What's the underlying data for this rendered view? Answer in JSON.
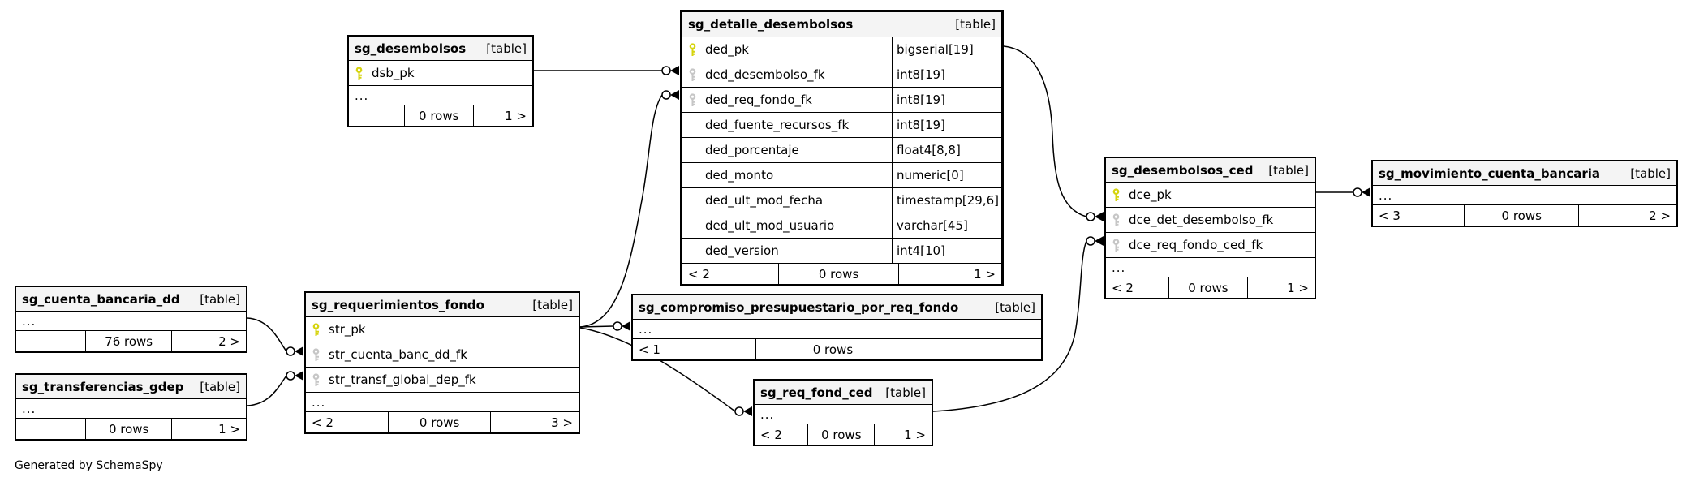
{
  "diagram": {
    "generator_note": "Generated by SchemaSpy"
  },
  "colors": {
    "header_bg": "#f4f4f4",
    "border": "#000000",
    "connector": "#000000",
    "pk_key": "#d6d40e",
    "fk_key": "#c6c6c6"
  },
  "tables": [
    {
      "name": "sg_desembolsos",
      "tag": "[table]",
      "columns": [
        {
          "name": "dsb_pk",
          "key": "pk"
        }
      ],
      "ellipsis": "...",
      "footer": {
        "left": "",
        "center": "0 rows",
        "right": "1 >"
      }
    },
    {
      "name": "sg_detalle_desembolsos",
      "tag": "[table]",
      "columns": [
        {
          "name": "ded_pk",
          "type": "bigserial[19]",
          "key": "pk"
        },
        {
          "name": "ded_desembolso_fk",
          "type": "int8[19]",
          "key": "fk"
        },
        {
          "name": "ded_req_fondo_fk",
          "type": "int8[19]",
          "key": "fk"
        },
        {
          "name": "ded_fuente_recursos_fk",
          "type": "int8[19]",
          "key": ""
        },
        {
          "name": "ded_porcentaje",
          "type": "float4[8,8]",
          "key": ""
        },
        {
          "name": "ded_monto",
          "type": "numeric[0]",
          "key": ""
        },
        {
          "name": "ded_ult_mod_fecha",
          "type": "timestamp[29,6]",
          "key": ""
        },
        {
          "name": "ded_ult_mod_usuario",
          "type": "varchar[45]",
          "key": ""
        },
        {
          "name": "ded_version",
          "type": "int4[10]",
          "key": ""
        }
      ],
      "footer": {
        "left": "< 2",
        "center": "0 rows",
        "right": "1 >"
      }
    },
    {
      "name": "sg_desembolsos_ced",
      "tag": "[table]",
      "columns": [
        {
          "name": "dce_pk",
          "key": "pk"
        },
        {
          "name": "dce_det_desembolso_fk",
          "key": "fk"
        },
        {
          "name": "dce_req_fondo_ced_fk",
          "key": "fk"
        }
      ],
      "ellipsis": "...",
      "footer": {
        "left": "< 2",
        "center": "0 rows",
        "right": "1 >"
      }
    },
    {
      "name": "sg_movimiento_cuenta_bancaria",
      "tag": "[table]",
      "columns": [],
      "ellipsis": "...",
      "footer": {
        "left": "< 3",
        "center": "0 rows",
        "right": "2 >"
      }
    },
    {
      "name": "sg_cuenta_bancaria_dd",
      "tag": "[table]",
      "columns": [],
      "ellipsis": "...",
      "footer": {
        "left": "",
        "center": "76 rows",
        "right": "2 >"
      }
    },
    {
      "name": "sg_transferencias_gdep",
      "tag": "[table]",
      "columns": [],
      "ellipsis": "...",
      "footer": {
        "left": "",
        "center": "0 rows",
        "right": "1 >"
      }
    },
    {
      "name": "sg_requerimientos_fondo",
      "tag": "[table]",
      "columns": [
        {
          "name": "str_pk",
          "key": "pk"
        },
        {
          "name": "str_cuenta_banc_dd_fk",
          "key": "fk"
        },
        {
          "name": "str_transf_global_dep_fk",
          "key": "fk"
        }
      ],
      "ellipsis": "...",
      "footer": {
        "left": "< 2",
        "center": "0 rows",
        "right": "3 >"
      }
    },
    {
      "name": "sg_compromiso_presupuestario_por_req_fondo",
      "tag": "[table]",
      "columns": [],
      "ellipsis": "...",
      "footer": {
        "left": "< 1",
        "center": "0 rows",
        "right": ""
      }
    },
    {
      "name": "sg_req_fond_ced",
      "tag": "[table]",
      "columns": [],
      "ellipsis": "...",
      "footer": {
        "left": "< 2",
        "center": "0 rows",
        "right": "1 >"
      }
    }
  ],
  "relationships": [
    {
      "from": "sg_desembolsos.dsb_pk",
      "to": "sg_detalle_desembolsos.ded_desembolso_fk"
    },
    {
      "from": "sg_requerimientos_fondo.str_pk",
      "to": "sg_detalle_desembolsos.ded_req_fondo_fk"
    },
    {
      "from": "sg_requerimientos_fondo.str_pk",
      "to": "sg_compromiso_presupuestario_por_req_fondo"
    },
    {
      "from": "sg_requerimientos_fondo.str_pk",
      "to": "sg_req_fond_ced"
    },
    {
      "from": "sg_cuenta_bancaria_dd",
      "to": "sg_requerimientos_fondo.str_cuenta_banc_dd_fk"
    },
    {
      "from": "sg_transferencias_gdep",
      "to": "sg_requerimientos_fondo.str_transf_global_dep_fk"
    },
    {
      "from": "sg_detalle_desembolsos.ded_pk",
      "to": "sg_desembolsos_ced.dce_det_desembolso_fk"
    },
    {
      "from": "sg_req_fond_ced",
      "to": "sg_desembolsos_ced.dce_req_fondo_ced_fk"
    },
    {
      "from": "sg_desembolsos_ced.dce_pk",
      "to": "sg_movimiento_cuenta_bancaria"
    }
  ]
}
